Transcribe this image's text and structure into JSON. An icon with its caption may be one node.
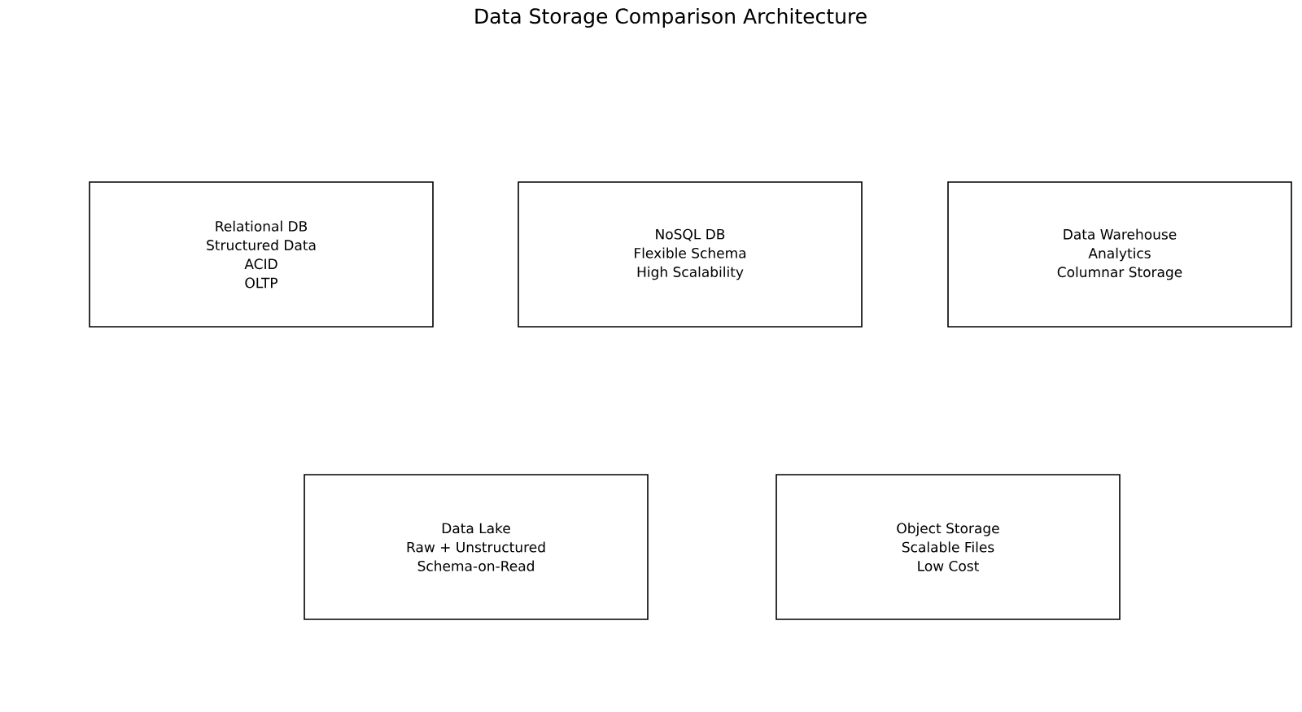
{
  "diagram": {
    "title": "Data Storage Comparison Architecture",
    "nodes": [
      {
        "text": [
          "Relational DB",
          "Structured Data",
          "ACID",
          "OLTP"
        ]
      },
      {
        "text": [
          "NoSQL DB",
          "Flexible Schema",
          "High Scalability"
        ]
      },
      {
        "text": [
          "Data Warehouse",
          "Analytics",
          "Columnar Storage"
        ]
      },
      {
        "text": [
          "Data Lake",
          "Raw + Unstructured",
          "Schema-on-Read"
        ]
      },
      {
        "text": [
          "Object Storage",
          "Scalable Files",
          "Low Cost"
        ]
      }
    ],
    "edges": []
  }
}
